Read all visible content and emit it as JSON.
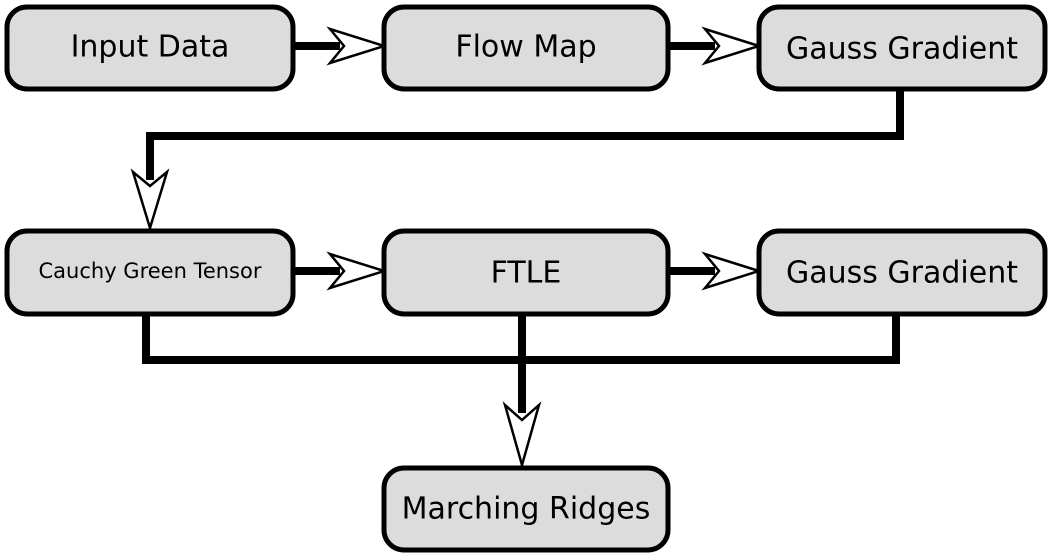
{
  "colors": {
    "node_fill": "#dcdcdc",
    "line": "#000000",
    "background": "#ffffff"
  },
  "nodes": {
    "input_data": "Input Data",
    "flow_map": "Flow Map",
    "gauss_gradient_1": "Gauss Gradient",
    "cauchy_green_tensor": "Cauchy Green Tensor",
    "ftle": "FTLE",
    "gauss_gradient_2": "Gauss Gradient",
    "marching_ridges": "Marching Ridges"
  }
}
